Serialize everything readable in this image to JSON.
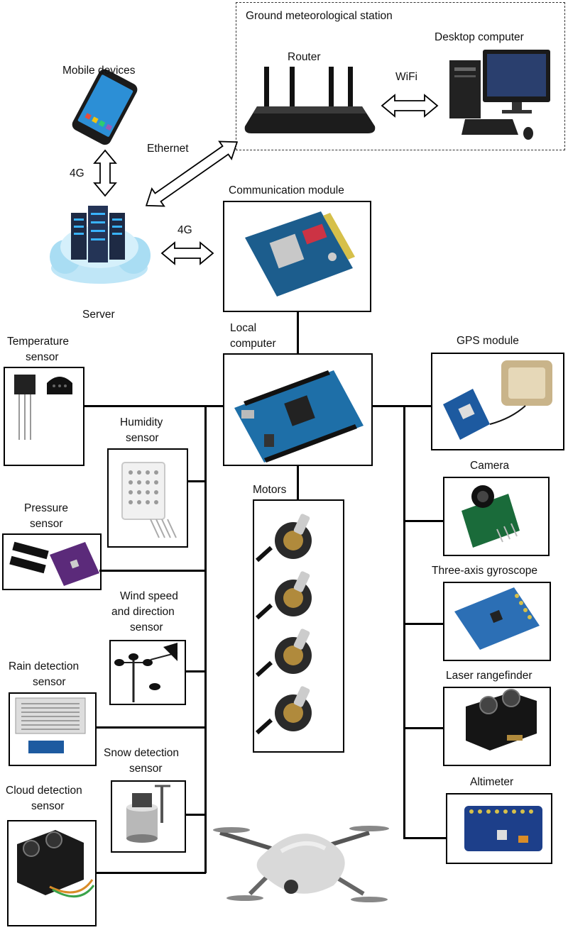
{
  "station": {
    "title": "Ground meteorological station",
    "router": "Router",
    "desktop": "Desktop computer",
    "wifi": "WiFi"
  },
  "mobile": {
    "label": "Mobile devices",
    "link": "4G"
  },
  "server": {
    "label": "Server",
    "link": "4G"
  },
  "ethernet": "Ethernet",
  "comm": {
    "label": "Communication module"
  },
  "local": {
    "line1": "Local",
    "line2": "computer"
  },
  "motors": {
    "label": "Motors"
  },
  "left_sensors": {
    "temperature": [
      "Temperature",
      "sensor"
    ],
    "humidity": [
      "Humidity",
      "sensor"
    ],
    "pressure": [
      "Pressure",
      "sensor"
    ],
    "wind": [
      "Wind speed",
      "and direction",
      "sensor"
    ],
    "rain": [
      "Rain detection",
      "sensor"
    ],
    "snow": [
      "Snow detection",
      "sensor"
    ],
    "cloud": [
      "Cloud detection",
      "sensor"
    ]
  },
  "right_modules": {
    "gps": "GPS module",
    "camera": "Camera",
    "gyro": "Three-axis gyroscope",
    "laser": "Laser rangefinder",
    "altimeter": "Altimeter"
  }
}
